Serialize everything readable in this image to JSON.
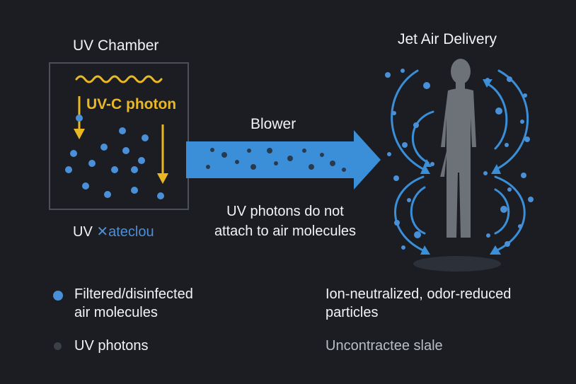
{
  "titles": {
    "uv_chamber": "UV Chamber",
    "jet_air_delivery": "Jet Air Delivery",
    "blower": "Blower"
  },
  "chamber": {
    "photon_label": "UV-C photon"
  },
  "caption": {
    "line1": "UV photons do not",
    "line2": "attach to air molecules"
  },
  "uv_label": {
    "prefix": "UV ",
    "icon": "x-cross-icon",
    "text": "ateclou"
  },
  "legend": {
    "filtered_line1": "Filtered/disinfected",
    "filtered_line2": "air molecules",
    "uv_photons": "UV photons",
    "ion_line1": "Ion-neutralized, odor-reduced",
    "ion_line2": "particles",
    "uncontracted": "Uncontractee slale"
  },
  "colors": {
    "background": "#1b1d23",
    "molecule_blue": "#4a90d9",
    "photon_yellow": "#e9b824",
    "arrow_blue": "#3a8fd8",
    "figure_gray": "#6d7278"
  }
}
